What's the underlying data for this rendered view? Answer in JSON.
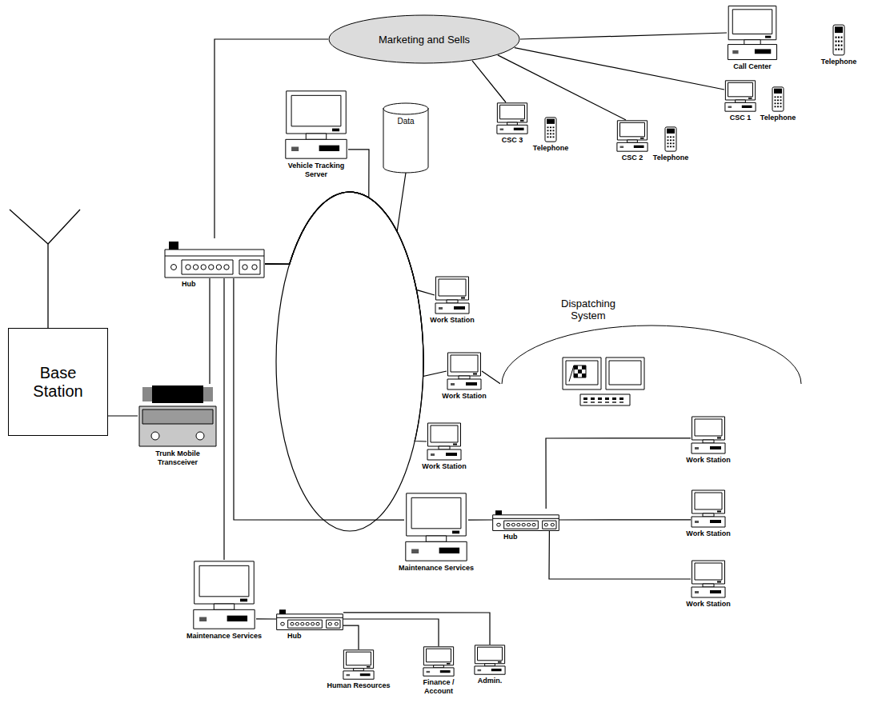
{
  "diagram": {
    "nodes": [
      {
        "text": [
          "Marketing and Sells"
        ]
      },
      {
        "text": [
          "Call Center"
        ]
      },
      {
        "text": [
          "Telephone"
        ]
      },
      {
        "text": [
          "CSC 3"
        ]
      },
      {
        "text": [
          "Telephone"
        ]
      },
      {
        "text": [
          "CSC 2"
        ]
      },
      {
        "text": [
          "Telephone"
        ]
      },
      {
        "text": [
          "CSC 1"
        ]
      },
      {
        "text": [
          "Telephone"
        ]
      },
      {
        "text": [
          "Vehicle Tracking Server"
        ]
      },
      {
        "text": [
          "Data"
        ]
      },
      {
        "text": [
          "Hub"
        ]
      },
      {
        "text": [
          "Work Station"
        ]
      },
      {
        "text": [
          "Dispatching System"
        ]
      },
      {
        "text": [
          "Work Station"
        ]
      },
      {
        "text": [
          "Base Station"
        ]
      },
      {
        "text": [
          "Work Station"
        ]
      },
      {
        "text": [
          "Trunk Mobile Transceiver"
        ]
      },
      {
        "text": [
          "Work Station"
        ]
      },
      {
        "text": [
          "Work Station"
        ]
      },
      {
        "text": [
          "Maintenance Services"
        ]
      },
      {
        "text": [
          "Hub"
        ]
      },
      {
        "text": [
          "Work Station"
        ]
      },
      {
        "text": [
          "Maintenance Services"
        ]
      },
      {
        "text": [
          "Hub"
        ]
      },
      {
        "text": [
          "Human Resources"
        ]
      },
      {
        "text": [
          "Finance / Account"
        ]
      },
      {
        "text": [
          "Admin."
        ]
      }
    ],
    "edges": [
      {
        "from": 11,
        "to": 0,
        "arrow": "none"
      },
      {
        "from": 0,
        "to": 1,
        "arrow": "none"
      },
      {
        "from": 0,
        "to": 3,
        "arrow": "none"
      },
      {
        "from": 0,
        "to": 5,
        "arrow": "none"
      },
      {
        "from": 0,
        "to": 7,
        "arrow": "none"
      },
      {
        "from": 11,
        "to": 9,
        "arrow": "none"
      },
      {
        "from": 11,
        "to": 10,
        "arrow": "none"
      },
      {
        "from": 11,
        "to": 12,
        "arrow": "none"
      },
      {
        "from": 11,
        "to": 14,
        "arrow": "none"
      },
      {
        "from": 11,
        "to": 16,
        "arrow": "none"
      },
      {
        "from": 14,
        "to": 13,
        "arrow": "none"
      },
      {
        "from": 11,
        "to": 17,
        "arrow": "none"
      },
      {
        "from": 15,
        "to": 17,
        "arrow": "none"
      },
      {
        "from": 11,
        "to": 20,
        "arrow": "none"
      },
      {
        "from": 20,
        "to": 21,
        "arrow": "none"
      },
      {
        "from": 21,
        "to": 18,
        "arrow": "none"
      },
      {
        "from": 21,
        "to": 19,
        "arrow": "none"
      },
      {
        "from": 21,
        "to": 22,
        "arrow": "none"
      },
      {
        "from": 11,
        "to": 23,
        "arrow": "none"
      },
      {
        "from": 23,
        "to": 24,
        "arrow": "none"
      },
      {
        "from": 24,
        "to": 25,
        "arrow": "none"
      },
      {
        "from": 24,
        "to": 26,
        "arrow": "none"
      },
      {
        "from": 24,
        "to": 27,
        "arrow": "none"
      }
    ]
  }
}
